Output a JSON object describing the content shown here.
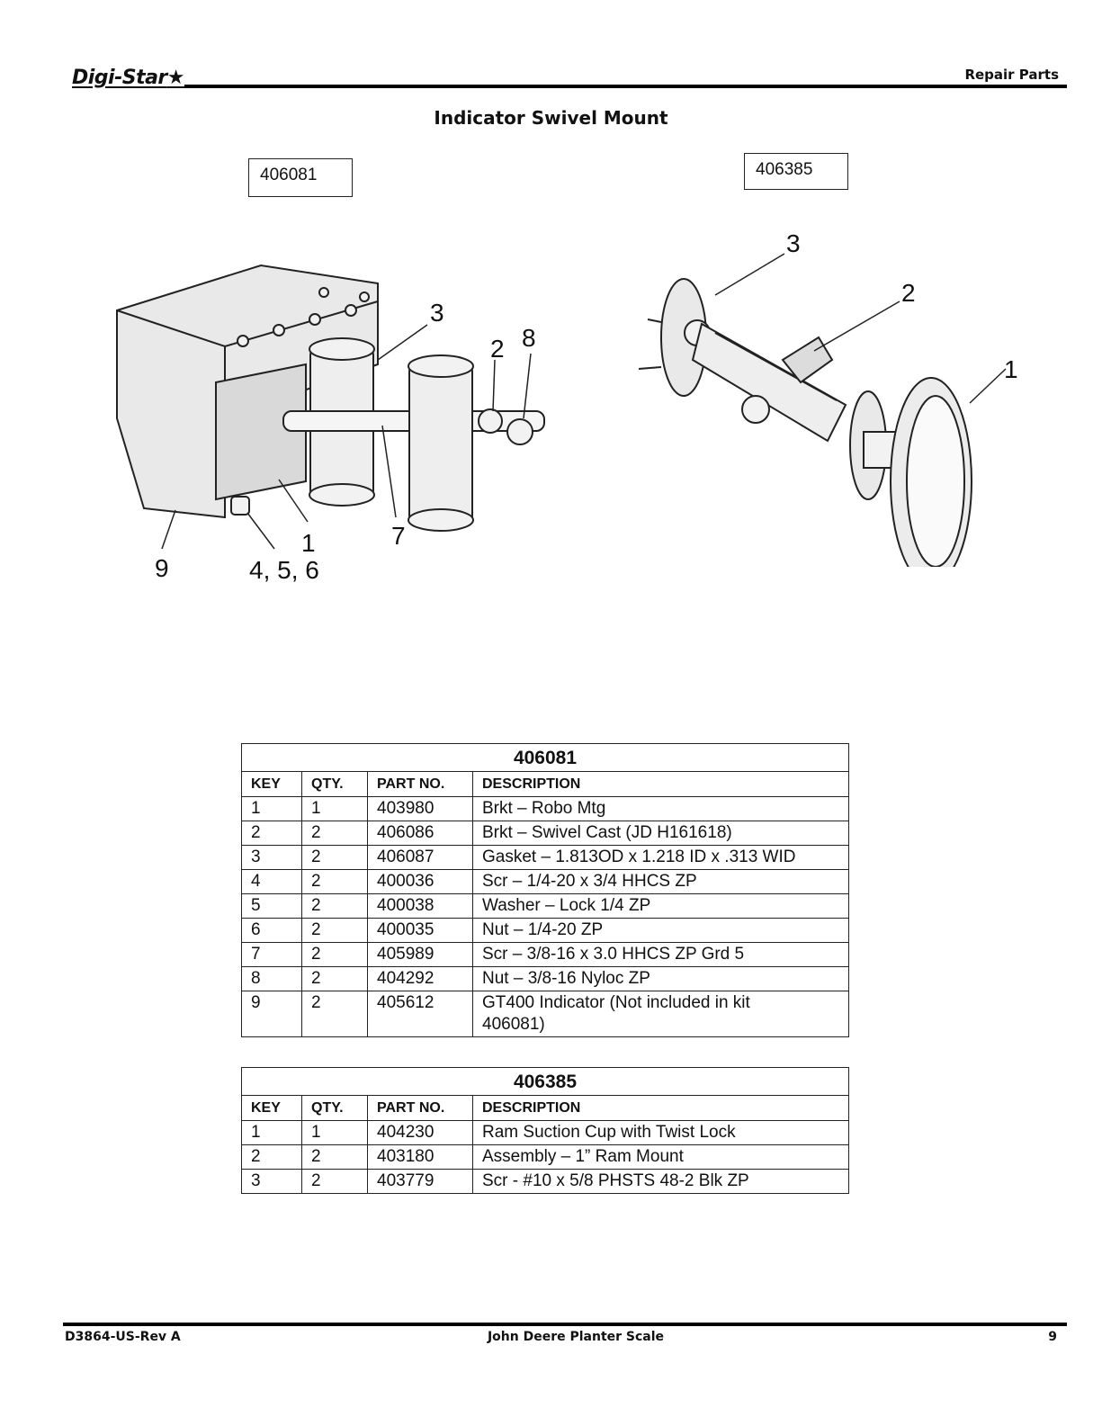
{
  "header": {
    "logo": "Digi-Star",
    "section": "Repair Parts",
    "title": "Indicator Swivel Mount"
  },
  "figure_left": {
    "kit_label": "406081",
    "callouts": [
      "3",
      "2",
      "8",
      "1",
      "7",
      "9",
      "4, 5, 6"
    ]
  },
  "figure_right": {
    "kit_label": "406385",
    "callouts": [
      "3",
      "2",
      "1"
    ]
  },
  "tables": [
    {
      "title": "406081",
      "columns": [
        "KEY",
        "QTY.",
        "PART NO.",
        "DESCRIPTION"
      ],
      "rows": [
        [
          "1",
          "1",
          "403980",
          "Brkt – Robo Mtg"
        ],
        [
          "2",
          "2",
          "406086",
          "Brkt – Swivel Cast (JD H161618)"
        ],
        [
          "3",
          "2",
          "406087",
          "Gasket – 1.813OD x 1.218 ID x .313 WID"
        ],
        [
          "4",
          "2",
          "400036",
          "Scr – 1/4-20 x 3/4 HHCS ZP"
        ],
        [
          "5",
          "2",
          "400038",
          "Washer – Lock 1/4 ZP"
        ],
        [
          "6",
          "2",
          "400035",
          "Nut – 1/4-20 ZP"
        ],
        [
          "7",
          "2",
          "405989",
          "Scr – 3/8-16 x 3.0 HHCS ZP Grd 5"
        ],
        [
          "8",
          "2",
          "404292",
          "Nut – 3/8-16 Nyloc ZP"
        ],
        [
          "9",
          "2",
          "405612",
          "GT400 Indicator (Not included in kit 406081)"
        ]
      ]
    },
    {
      "title": "406385",
      "columns": [
        "KEY",
        "QTY.",
        "PART NO.",
        "DESCRIPTION"
      ],
      "rows": [
        [
          "1",
          "1",
          "404230",
          "Ram Suction Cup with Twist Lock"
        ],
        [
          "2",
          "2",
          "403180",
          "Assembly – 1” Ram Mount"
        ],
        [
          "3",
          "2",
          "403779",
          "Scr - #10 x 5/8 PHSTS 48-2 Blk ZP"
        ]
      ]
    }
  ],
  "footer": {
    "doc_number": "D3864-US-Rev A",
    "title": "John Deere Planter Scale",
    "page": "9"
  }
}
